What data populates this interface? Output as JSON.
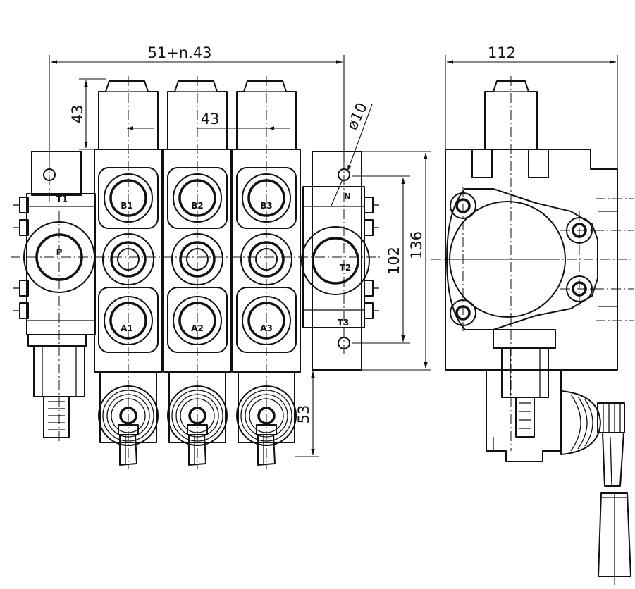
{
  "dimensions": {
    "overall_width": "51+n.43",
    "side_width": "112",
    "section_pitch": "43",
    "top_height": "43",
    "hole_diameter": "ø10",
    "port_spacing": "102",
    "body_height": "136",
    "lever_offset": "53"
  },
  "ports": {
    "inlet_tank": "T1",
    "pressure": "P",
    "neutral": "N",
    "outlet_tank": "T2",
    "tank3": "T3",
    "b1": "B1",
    "b2": "B2",
    "b3": "B3",
    "a1": "A1",
    "a2": "A2",
    "a3": "A3"
  }
}
